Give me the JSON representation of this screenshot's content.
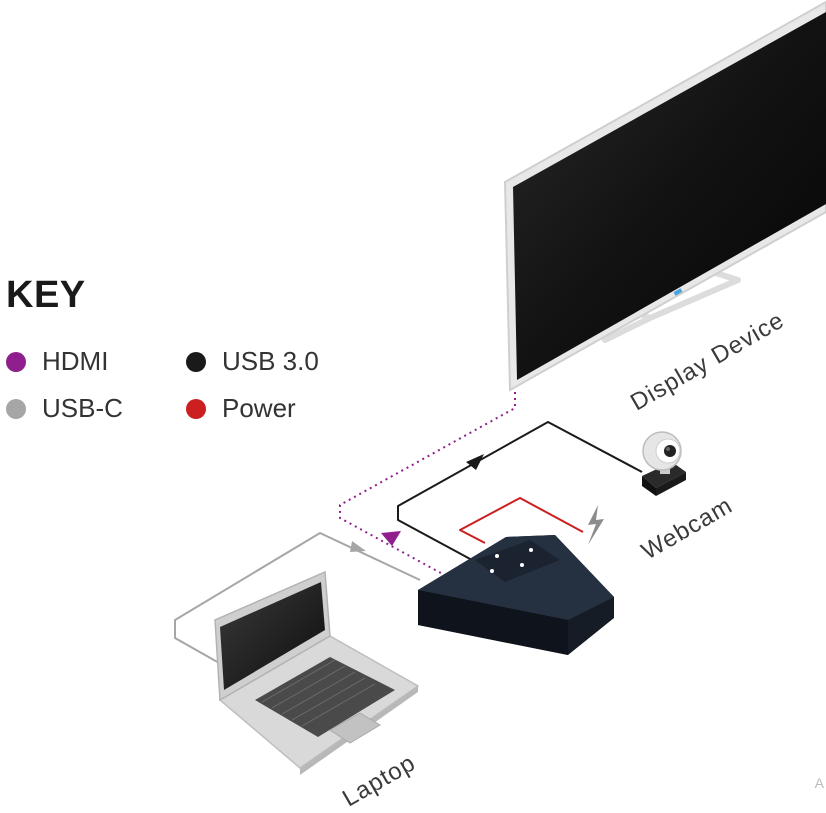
{
  "key": {
    "title": "KEY",
    "items": [
      {
        "label": "HDMI",
        "color": "#8e1f8c"
      },
      {
        "label": "USB 3.0",
        "color": "#1a1a1a"
      },
      {
        "label": "USB-C",
        "color": "#a6a6a6"
      },
      {
        "label": "Power",
        "color": "#cc1f1f"
      }
    ]
  },
  "devices": {
    "display": "Display Device",
    "webcam": "Webcam",
    "laptop": "Laptop"
  },
  "corner_mark": "A",
  "colors": {
    "hdmi": "#8e1f8c",
    "usb3": "#1a1a1a",
    "usbc": "#a6a6a6",
    "power": "#cc1f1f",
    "hub_body": "#1e2530",
    "display_frame": "#e8e8e8",
    "screen": "#111111"
  }
}
